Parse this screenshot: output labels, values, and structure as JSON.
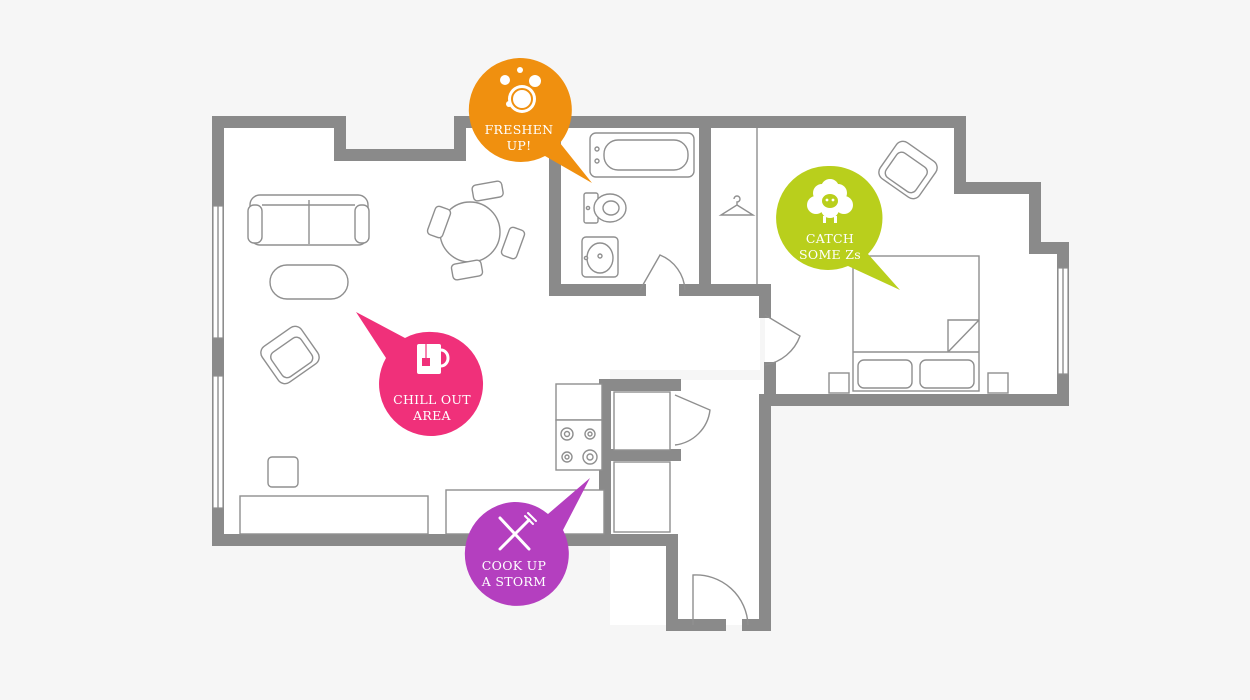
{
  "bubbles": [
    {
      "id": "bathroom",
      "line1": "FRESHEN",
      "line2": "UP!",
      "color": "#f0900f",
      "icon": "bubbles-icon"
    },
    {
      "id": "bedroom",
      "line1": "CATCH",
      "line2": "SOME Zs",
      "color": "#b9cf1c",
      "icon": "sheep-icon"
    },
    {
      "id": "living",
      "line1": "CHILL OUT",
      "line2": "AREA",
      "color": "#f0307a",
      "icon": "mug-icon"
    },
    {
      "id": "kitchen",
      "line1": "COOK UP",
      "line2": "A STORM",
      "color": "#b43fbf",
      "icon": "fork-knife-icon"
    }
  ],
  "colors": {
    "wall": "#8a8a8a",
    "floor": "#ffffff",
    "background": "#f6f6f6"
  }
}
